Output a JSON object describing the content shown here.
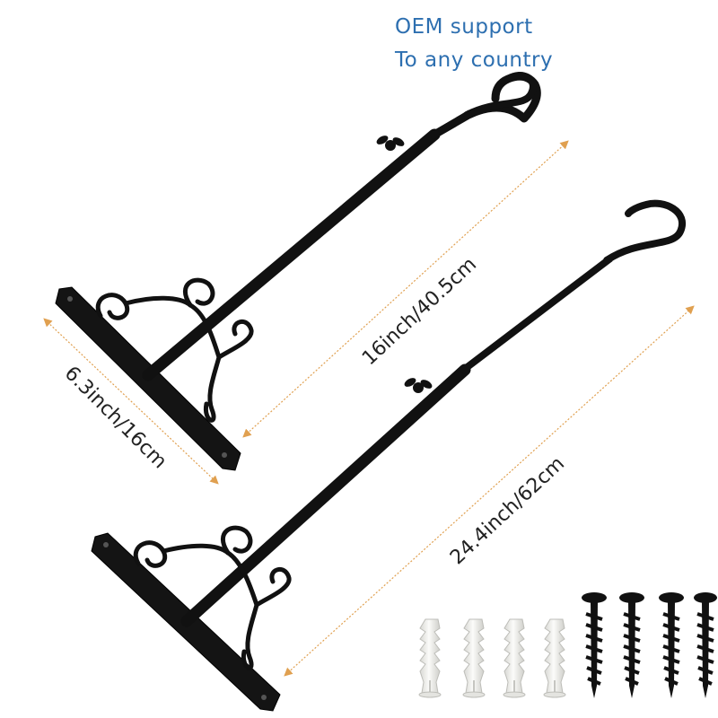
{
  "caption": {
    "line1": "OEM support",
    "line2": "To any country"
  },
  "dimensions": {
    "plate_length": "6.3inch/16cm",
    "short_arm_length": "16inch/40.5cm",
    "long_arm_length": "24.4inch/62cm"
  },
  "products": {
    "brackets": [
      "short-bracket",
      "long-bracket"
    ],
    "wall_anchors": 4,
    "screws": 4
  },
  "colors": {
    "caption": "#2d6fb0",
    "metal": "#111111",
    "dimension_arrow": "#e0a050",
    "anchor": "#f1f1ee"
  }
}
